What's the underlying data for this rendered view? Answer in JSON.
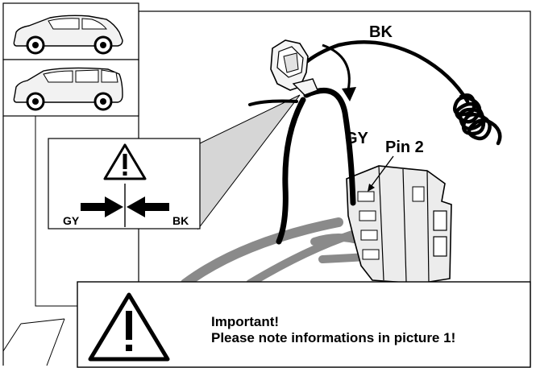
{
  "labels": {
    "wire_bk": "BK",
    "wire_gy": "GY",
    "pin": "Pin 2",
    "detail_gy": "GY",
    "detail_bk": "BK"
  },
  "note": {
    "line1": "Important!",
    "line2": "Please note informations in picture 1!"
  },
  "colors": {
    "line": "#000000",
    "grey_wire": "#8a8a8a",
    "light_grey": "#d6d6d6",
    "background": "#ffffff"
  },
  "icons": [
    "hatchback-car-icon",
    "mpv-car-icon",
    "warning-triangle-icon",
    "splice-connector-icon"
  ]
}
